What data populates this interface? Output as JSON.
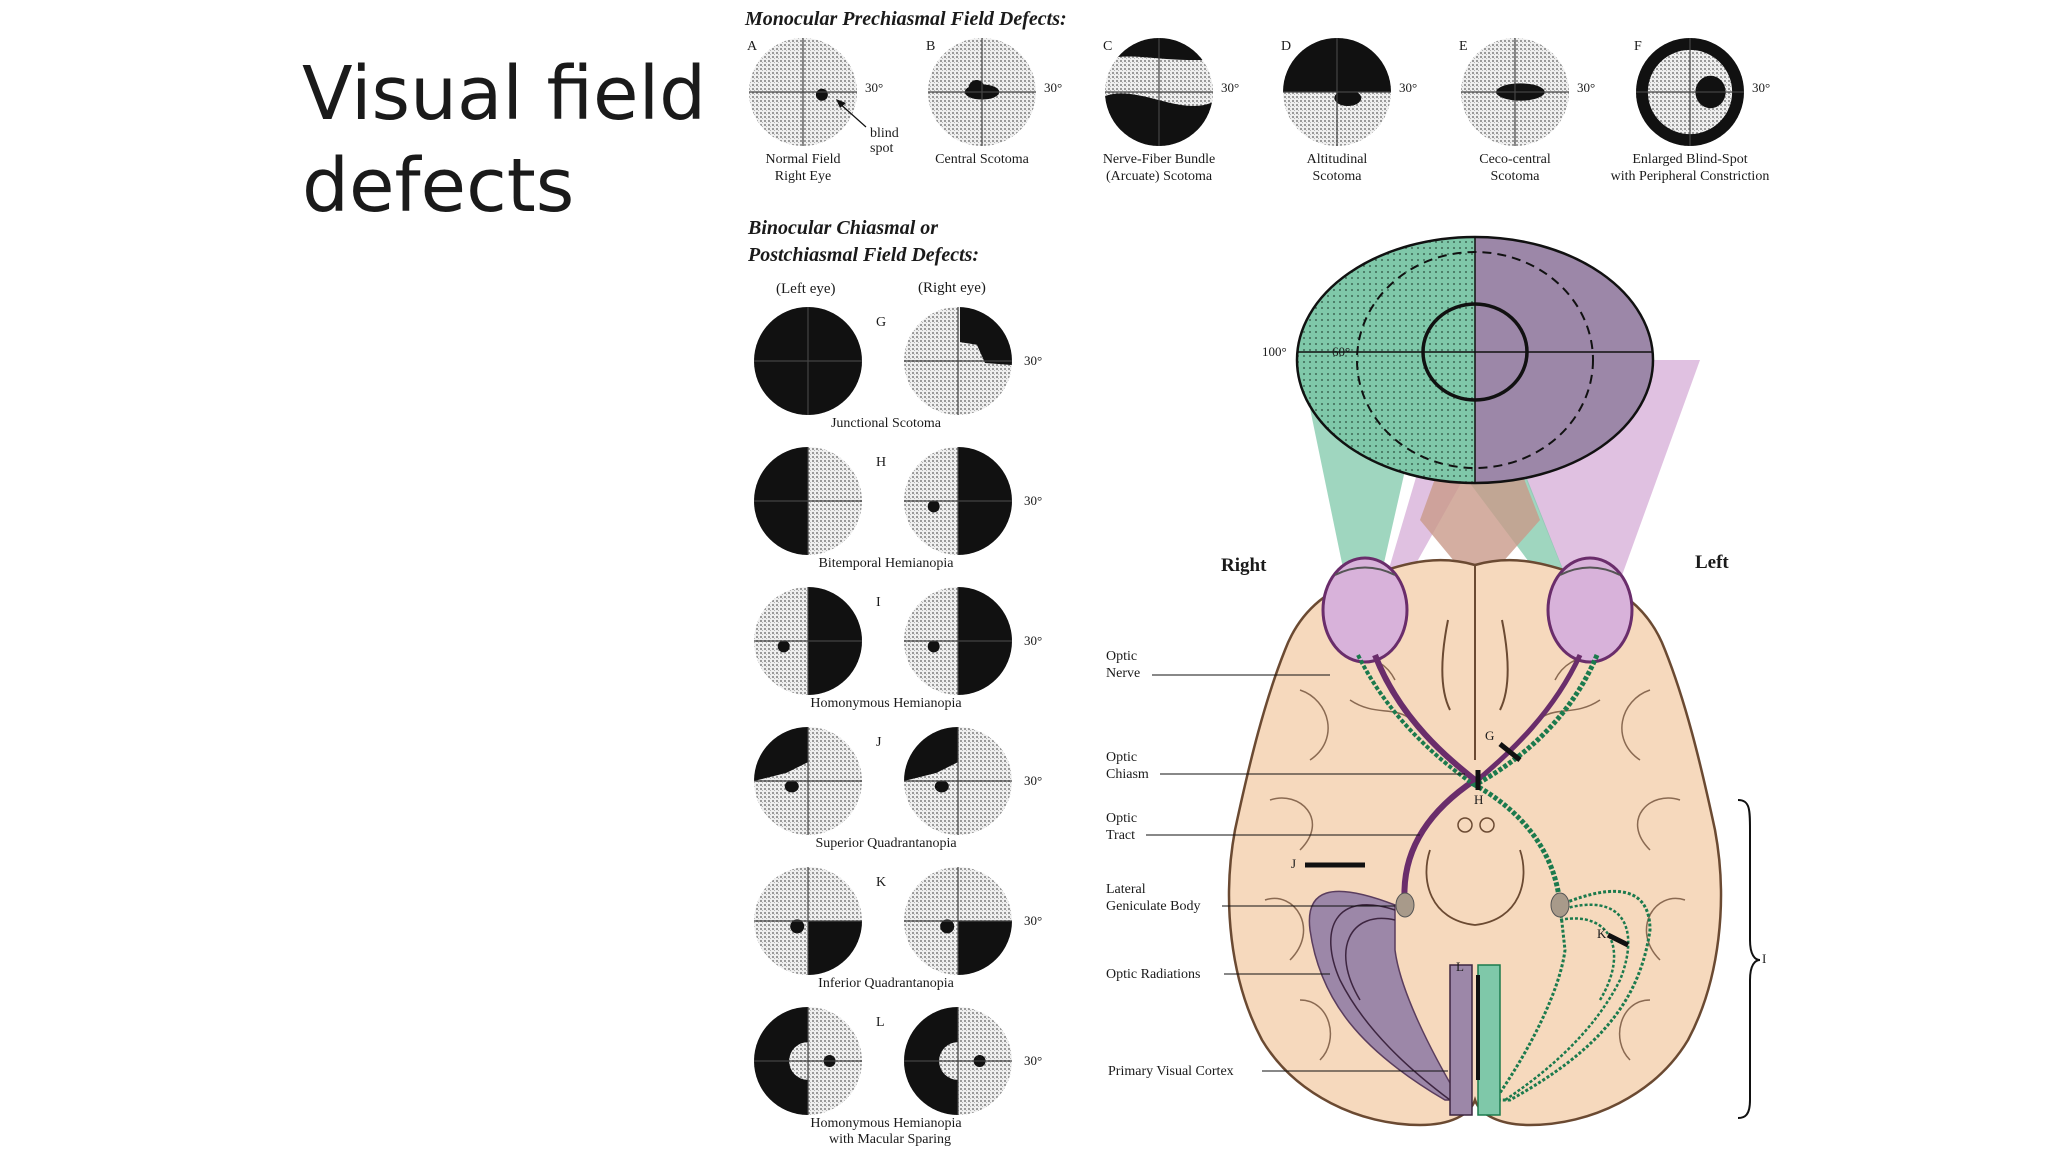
{
  "slide": {
    "title_line1": "Visual field",
    "title_line2": "defects"
  },
  "figure": {
    "monocular": {
      "heading": "Monocular Prechiasmal Field Defects:",
      "degree_label": "30°",
      "panels": [
        {
          "letter": "A",
          "line1": "Normal Field",
          "line2": "Right Eye",
          "pattern": "normal"
        },
        {
          "letter": "B",
          "line1": "Central Scotoma",
          "line2": "",
          "pattern": "central"
        },
        {
          "letter": "C",
          "line1": "Nerve-Fiber Bundle",
          "line2": "(Arcuate) Scotoma",
          "pattern": "arcuate"
        },
        {
          "letter": "D",
          "line1": "Altitudinal",
          "line2": "Scotoma",
          "pattern": "altitudinal"
        },
        {
          "letter": "E",
          "line1": "Ceco-central",
          "line2": "Scotoma",
          "pattern": "cecocentral"
        },
        {
          "letter": "F",
          "line1": "Enlarged Blind-Spot",
          "line2": "with Peripheral Constriction",
          "pattern": "enlarged"
        }
      ],
      "blind_spot_line1": "blind",
      "blind_spot_line2": "spot"
    },
    "binocular": {
      "heading_line1": "Binocular Chiasmal or",
      "heading_line2": "Postchiasmal Field Defects:",
      "left_eye": "(Left eye)",
      "right_eye": "(Right eye)",
      "degree_label": "30°",
      "rows": [
        {
          "letter": "G",
          "line1": "Junctional Scotoma",
          "line2": "",
          "left": "full",
          "right": "ur-patch"
        },
        {
          "letter": "H",
          "line1": "Bitemporal Hemianopia",
          "line2": "",
          "left": "left-half",
          "right": "right-half"
        },
        {
          "letter": "I",
          "line1": "Homonymous Hemianopia",
          "line2": "",
          "left": "right-half",
          "right": "right-half"
        },
        {
          "letter": "J",
          "line1": "Superior Quadrantanopia",
          "line2": "",
          "left": "ul-quad",
          "right": "ul-quad"
        },
        {
          "letter": "K",
          "line1": "Inferior Quadrantanopia",
          "line2": "",
          "left": "lr-quad",
          "right": "lr-quad"
        },
        {
          "letter": "L",
          "line1": "Homonymous Hemianopia",
          "line2": "with Macular Sparing",
          "left": "left-spared",
          "right": "left-spared"
        }
      ]
    },
    "pathway": {
      "right": "Right",
      "left": "Left",
      "deg100": "100°",
      "deg60": "60°",
      "labels": {
        "optic_nerve_1": "Optic",
        "optic_nerve_2": "Nerve",
        "optic_chiasm_1": "Optic",
        "optic_chiasm_2": "Chiasm",
        "optic_tract_1": "Optic",
        "optic_tract_2": "Tract",
        "lgb_1": "Lateral",
        "lgb_2": "Geniculate Body",
        "optic_radiations": "Optic Radiations",
        "primary_visual_cortex": "Primary Visual Cortex"
      },
      "lesion_letters": {
        "G": "G",
        "H": "H",
        "J": "J",
        "K": "K",
        "L": "L",
        "I": "I"
      }
    },
    "colors": {
      "green": "#7fc8a9",
      "green_dark": "#1b7a4d",
      "purple": "#9c87a8",
      "purple_dark": "#6a2d6b",
      "pink": "#d8b2da",
      "salmon": "#c99a8a",
      "brain": "#f6d9bd",
      "field_fill": "#cfcfcf"
    }
  }
}
